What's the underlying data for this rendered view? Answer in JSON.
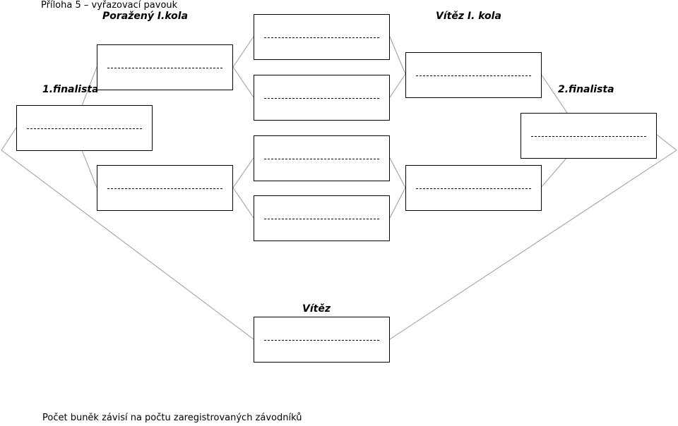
{
  "header": {
    "title": "Příloha 5 – vyřazovací pavouk"
  },
  "labels": {
    "loser_round1": "Poražený I.kola",
    "winner_round1": "Vítěz I. kola",
    "finalist_1": "1.finalista",
    "finalist_2": "2.finalista",
    "winner": "Vítěz"
  },
  "footer": {
    "note": "Počet buněk závisí na počtu zaregistrovaných závodníků"
  }
}
